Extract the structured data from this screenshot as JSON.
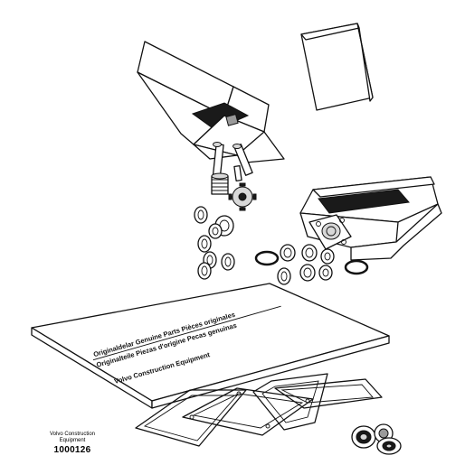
{
  "illustration": {
    "box_label_line1": "Originaldelar Genuine Parts Pièces originales",
    "box_label_line2": "Originalteile Piezas d'origine Pecas genuinas",
    "box_label_line3": "Volvo Construction Equipment"
  },
  "caption": {
    "company_line1": "Volvo Construction",
    "company_line2": "Equipment",
    "figure_number": "1000126"
  }
}
